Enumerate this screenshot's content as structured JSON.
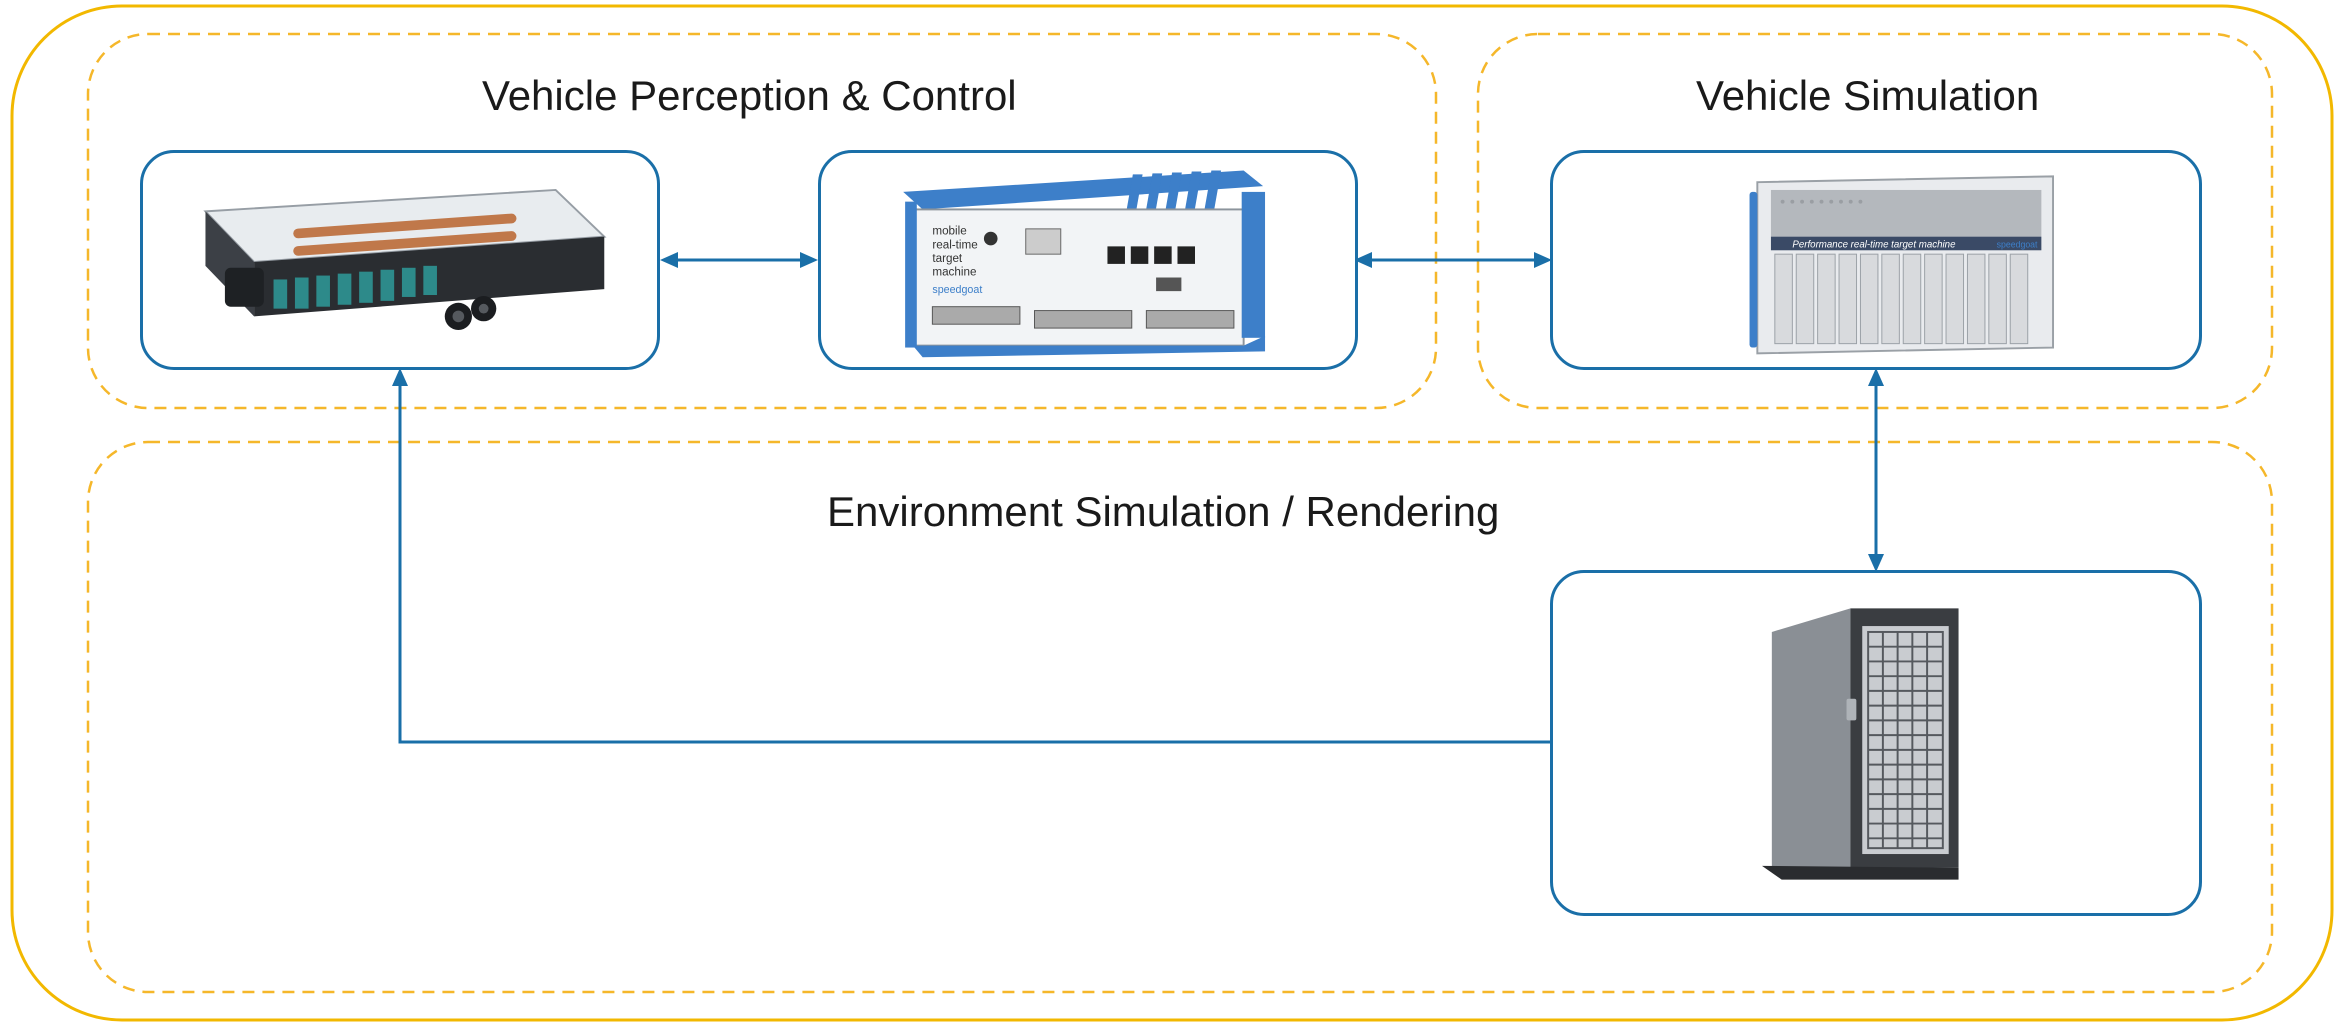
{
  "groups": {
    "perception_control": {
      "title": "Vehicle Perception & Control"
    },
    "vehicle_sim": {
      "title": "Vehicle Simulation"
    },
    "environment_sim": {
      "title": "Environment Simulation / Rendering"
    }
  },
  "colors": {
    "outer_border": "#f2b800",
    "group_border": "#f5b72a",
    "node_border": "#1a6fa8",
    "connector": "#1a6fa8",
    "device_blue": "#3d7fc9"
  },
  "devices": {
    "ecu": {
      "icon": "ecu-board-icon"
    },
    "mobile_target": {
      "icon": "mobile-target-machine-icon",
      "printed_text": [
        "mobile",
        "real-time",
        "target",
        "machine"
      ],
      "brand": "speedgoat"
    },
    "performance_target": {
      "icon": "performance-target-machine-icon",
      "printed_text": "Performance real-time target machine",
      "brand": "speedgoat"
    },
    "workstation": {
      "icon": "tower-workstation-icon"
    }
  }
}
